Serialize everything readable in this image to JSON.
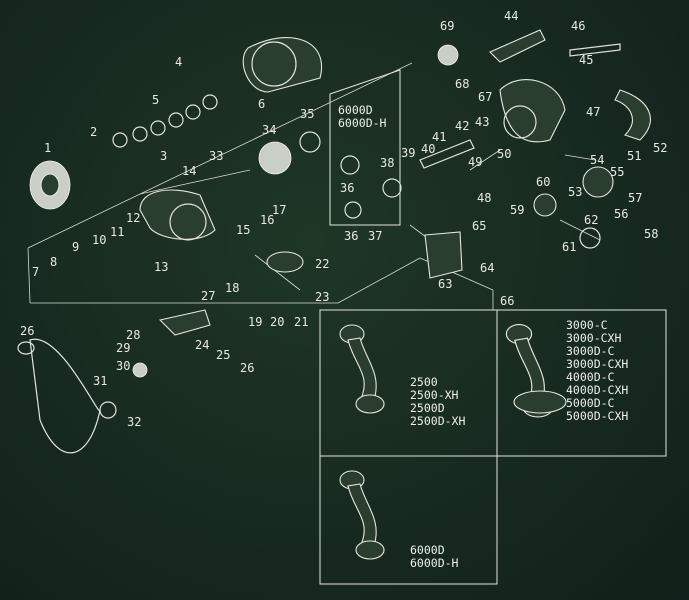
{
  "diagram": {
    "parts": [
      {
        "n": "1"
      },
      {
        "n": "2"
      },
      {
        "n": "3"
      },
      {
        "n": "4"
      },
      {
        "n": "5"
      },
      {
        "n": "6"
      },
      {
        "n": "7"
      },
      {
        "n": "8"
      },
      {
        "n": "9"
      },
      {
        "n": "10"
      },
      {
        "n": "11"
      },
      {
        "n": "12"
      },
      {
        "n": "13"
      },
      {
        "n": "14"
      },
      {
        "n": "15"
      },
      {
        "n": "16"
      },
      {
        "n": "17"
      },
      {
        "n": "18"
      },
      {
        "n": "19"
      },
      {
        "n": "20"
      },
      {
        "n": "21"
      },
      {
        "n": "22"
      },
      {
        "n": "23"
      },
      {
        "n": "24"
      },
      {
        "n": "25"
      },
      {
        "n": "26",
        "occurrences": 2
      },
      {
        "n": "27"
      },
      {
        "n": "28"
      },
      {
        "n": "29"
      },
      {
        "n": "30"
      },
      {
        "n": "31"
      },
      {
        "n": "32"
      },
      {
        "n": "33"
      },
      {
        "n": "34"
      },
      {
        "n": "35"
      },
      {
        "n": "36",
        "occurrences": 2
      },
      {
        "n": "37"
      },
      {
        "n": "38"
      },
      {
        "n": "39"
      },
      {
        "n": "40"
      },
      {
        "n": "41"
      },
      {
        "n": "42"
      },
      {
        "n": "43"
      },
      {
        "n": "44"
      },
      {
        "n": "45"
      },
      {
        "n": "46"
      },
      {
        "n": "47"
      },
      {
        "n": "48"
      },
      {
        "n": "49"
      },
      {
        "n": "50"
      },
      {
        "n": "51"
      },
      {
        "n": "52"
      },
      {
        "n": "53"
      },
      {
        "n": "54"
      },
      {
        "n": "55"
      },
      {
        "n": "56"
      },
      {
        "n": "57"
      },
      {
        "n": "58"
      },
      {
        "n": "59"
      },
      {
        "n": "60"
      },
      {
        "n": "61"
      },
      {
        "n": "62"
      },
      {
        "n": "63"
      },
      {
        "n": "64"
      },
      {
        "n": "65"
      },
      {
        "n": "66"
      },
      {
        "n": "67"
      },
      {
        "n": "68"
      },
      {
        "n": "69"
      }
    ],
    "group_6000_models": [
      "6000D",
      "6000D-H"
    ],
    "handle_panel": {
      "label": "66",
      "variants": [
        {
          "models": [
            "2500",
            "2500-XH",
            "2500D",
            "2500D-XH"
          ]
        },
        {
          "models": [
            "3000-C",
            "3000-CXH",
            "3000D-C",
            "3000D-CXH",
            "4000D-C",
            "4000D-CXH",
            "5000D-C",
            "5000D-CXH"
          ]
        },
        {
          "models": [
            "6000D",
            "6000D-H"
          ]
        }
      ]
    },
    "colors": {
      "background": "#1b3024",
      "line": "#e3e7df"
    }
  }
}
